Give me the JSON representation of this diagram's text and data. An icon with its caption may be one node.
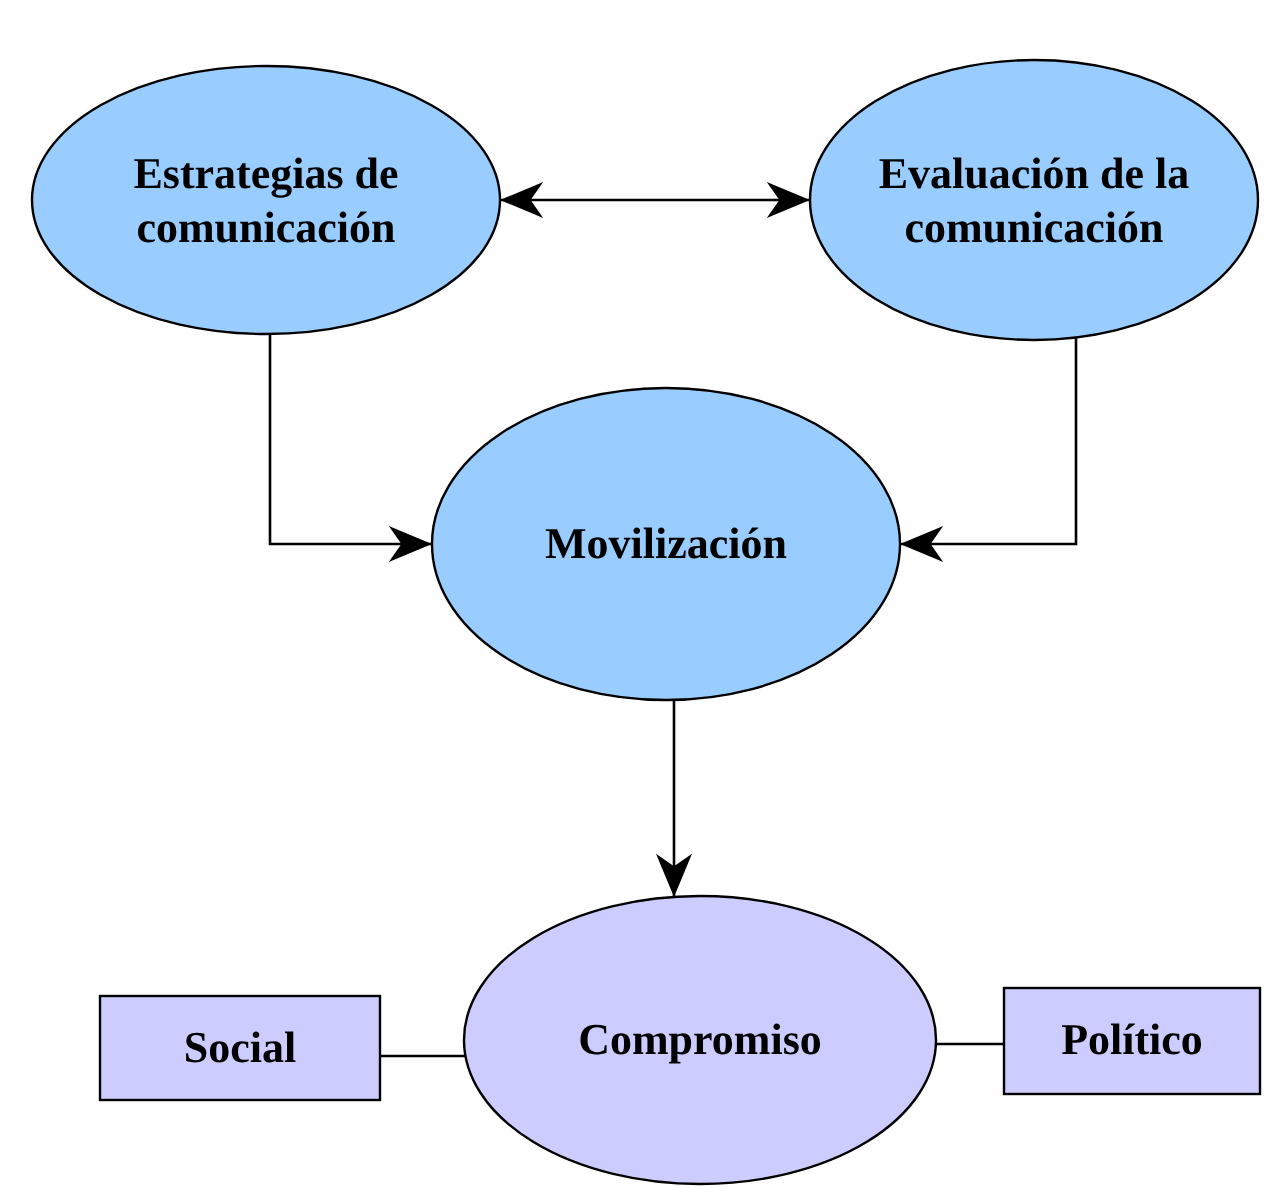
{
  "diagram": {
    "nodes": [
      {
        "text": [
          "Estrategias de comunicación"
        ]
      },
      {
        "text": [
          "Evaluación de la comunicación"
        ]
      },
      {
        "text": [
          "Movilización"
        ]
      },
      {
        "text": [
          "Compromiso"
        ]
      },
      {
        "text": [
          "Social"
        ]
      },
      {
        "text": [
          "Político"
        ]
      }
    ],
    "edges": [
      {
        "from": 0,
        "to": 1,
        "arrow": "both"
      },
      {
        "from": 0,
        "to": 2,
        "arrow": "to"
      },
      {
        "from": 1,
        "to": 2,
        "arrow": "to"
      },
      {
        "from": 2,
        "to": 3,
        "arrow": "to"
      },
      {
        "from": 4,
        "to": 3,
        "arrow": "none"
      },
      {
        "from": 3,
        "to": 5,
        "arrow": "none"
      }
    ]
  }
}
